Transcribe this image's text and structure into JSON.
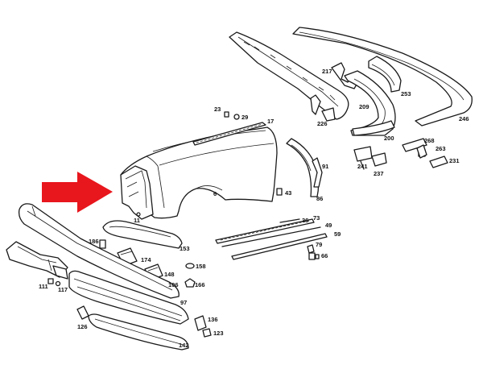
{
  "colors": {
    "arrow": "#e8161d",
    "line": "#1a1a1a",
    "background": "#ffffff"
  },
  "callouts": {
    "c6": "6",
    "c11": "11",
    "c17": "17",
    "c23": "23",
    "c29": "29",
    "c36": "36",
    "c43": "43",
    "c49": "49",
    "c59": "59",
    "c66": "66",
    "c73": "73",
    "c79": "79",
    "c86": "86",
    "c91": "91",
    "c97": "97",
    "c106": "106",
    "c111": "111",
    "c117": "117",
    "c123": "123",
    "c126": "126",
    "c136": "136",
    "c142": "142",
    "c148": "148",
    "c153": "153",
    "c158": "158",
    "c166": "166",
    "c174": "174",
    "c186": "186",
    "c200": "200",
    "c209": "209",
    "c217": "217",
    "c226": "226",
    "c231": "231",
    "c237": "237",
    "c241": "241",
    "c246": "246",
    "c253": "253",
    "c263": "263",
    "c268": "268"
  }
}
